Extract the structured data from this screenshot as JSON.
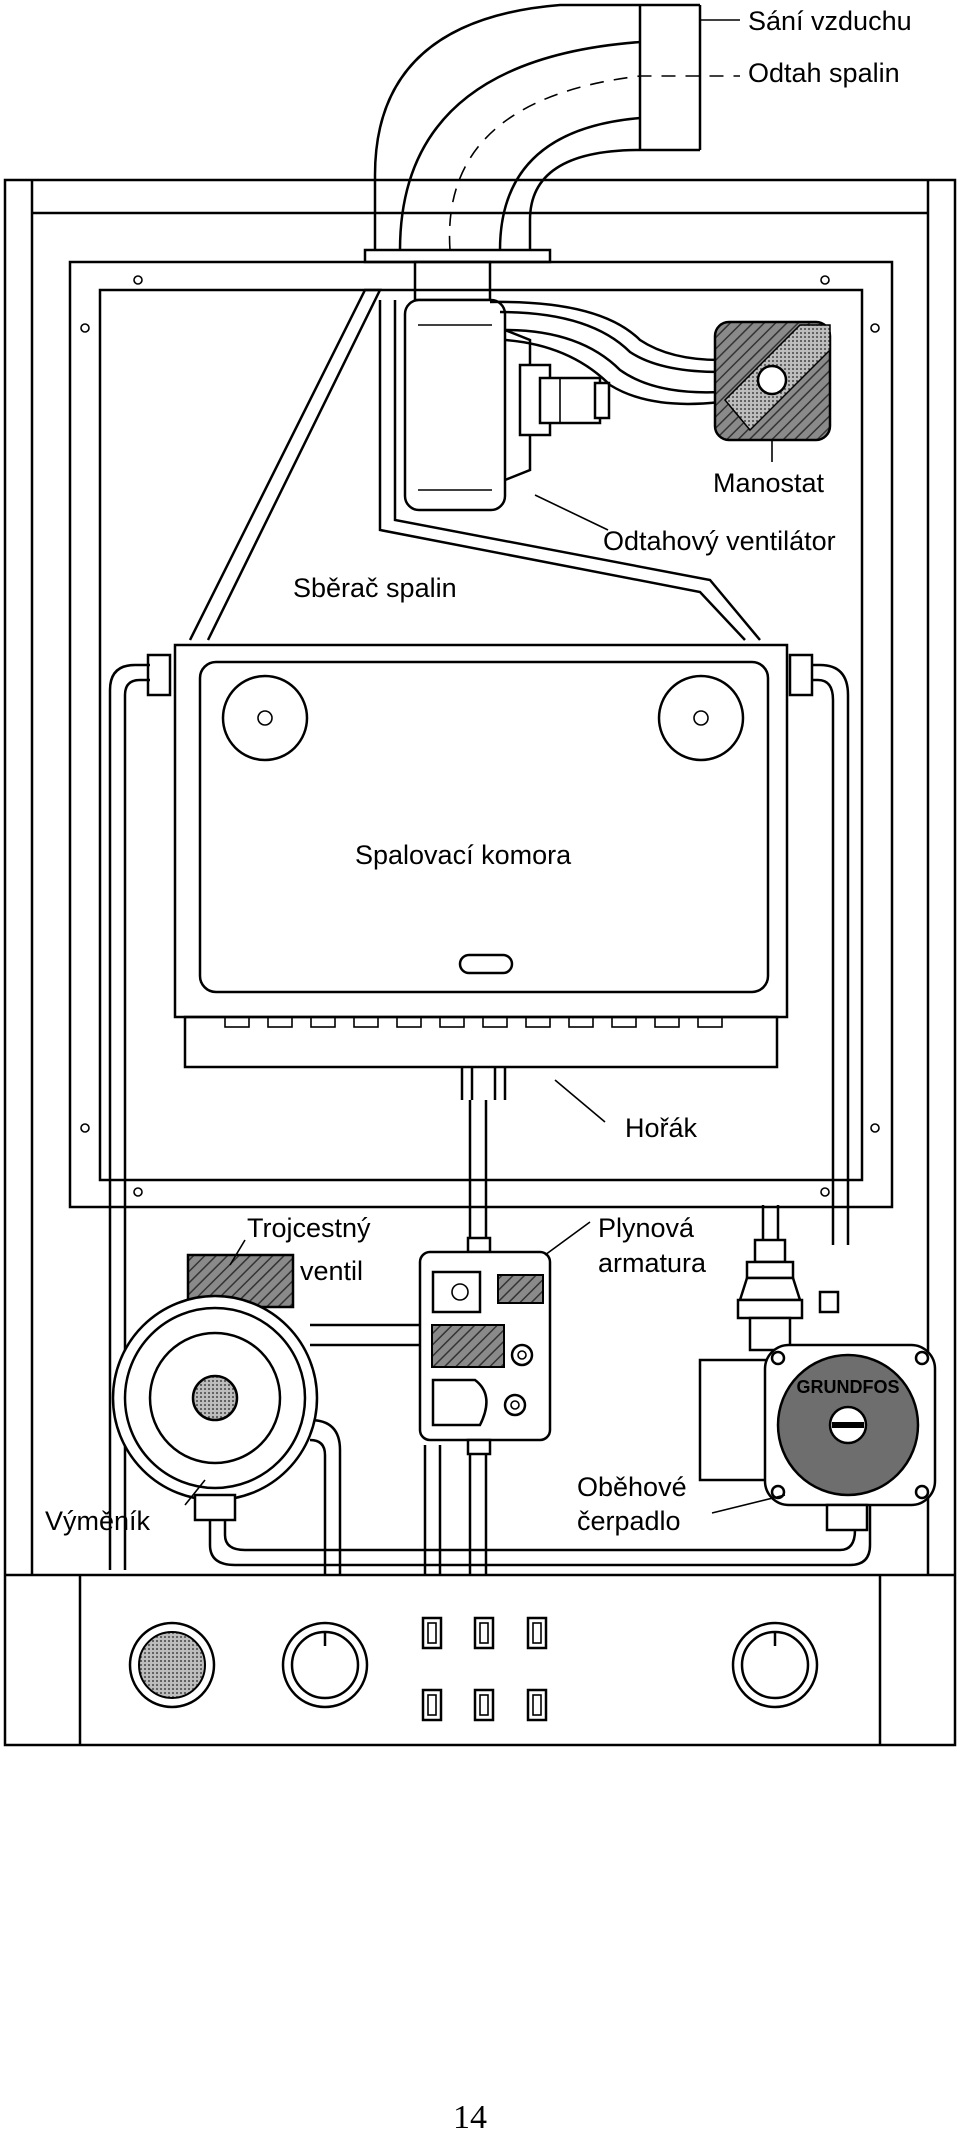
{
  "diagram": {
    "labels": {
      "air_intake": "Sání vzduchu",
      "flue_exhaust": "Odtah spalin",
      "pressostat": "Manostat",
      "flue_fan": "Odtahový ventilátor",
      "flue_collector": "Sběrač spalin",
      "combustion_chamber": "Spalovací komora",
      "burner": "Hořák",
      "three_way_valve_line1": "Trojcestný",
      "three_way_valve_line2": "ventil",
      "gas_valve_line1": "Plynová",
      "gas_valve_line2": "armatura",
      "heat_exchanger": "Výměník",
      "pump_line1": "Oběhové",
      "pump_line2": "čerpadlo",
      "pump_brand": "GRUNDFOS"
    }
  },
  "page": {
    "number": "14"
  }
}
